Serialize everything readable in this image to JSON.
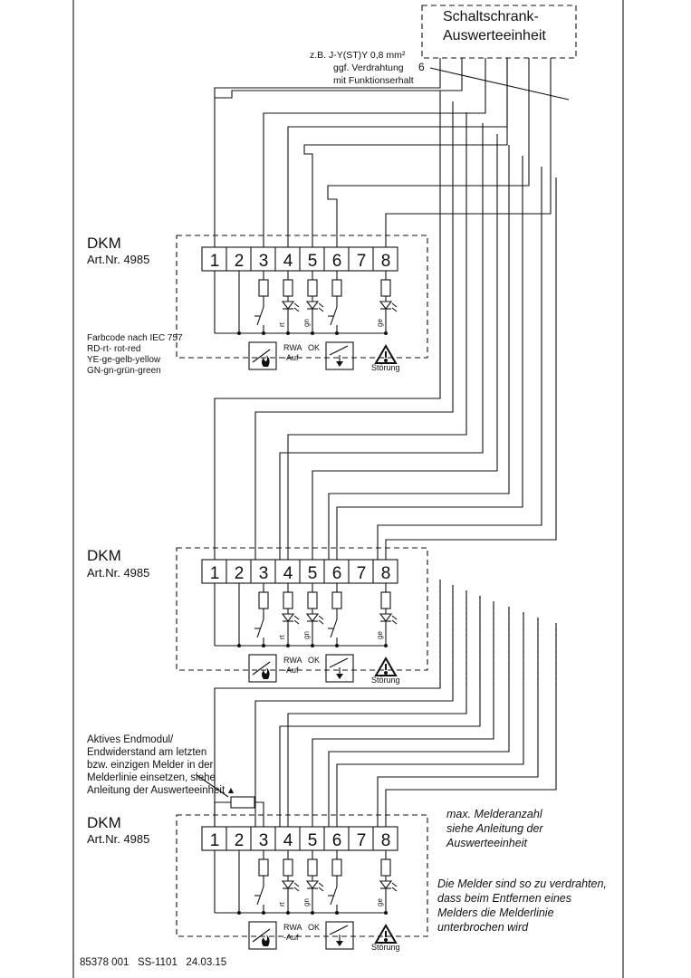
{
  "cabinet": {
    "line1": "Schaltschrank-",
    "line2": "Auswerteeinheit"
  },
  "cable": {
    "line1": "z.B. J-Y(ST)Y 0,8 mm²",
    "line2": "ggf. Verdrahtung",
    "line3": "mit Funktionserhalt",
    "count": "6"
  },
  "detectors": [
    {
      "name": "DKM",
      "art": "Art.Nr. 4985"
    },
    {
      "name": "DKM",
      "art": "Art.Nr. 4985"
    },
    {
      "name": "DKM",
      "art": "Art.Nr. 4985"
    }
  ],
  "terminals": [
    "1",
    "2",
    "3",
    "4",
    "5",
    "6",
    "7",
    "8"
  ],
  "led_colors": {
    "rt": "rt",
    "gn": "gn",
    "ge": "ge"
  },
  "labels": {
    "rwa1": "RWA",
    "rwa2": "-Auf",
    "ok": "OK",
    "stoerung": "Störung"
  },
  "color_code": {
    "line1": "Farbcode nach IEC 757",
    "line2": "RD-rt- rot-red",
    "line3": "YE-ge-gelb-yellow",
    "line4": "GN-gn-grün-green"
  },
  "endmodule": {
    "line1": "Aktives Endmodul/",
    "line2": "Endwiderstand am letzten",
    "line3": "bzw. einzigen Melder in der",
    "line4": "Melderlinie einsetzen, siehe",
    "line5": "Anleitung der Auswerteeinheit"
  },
  "note_max": {
    "line1": "max. Melderanzahl",
    "line2": "siehe Anleitung der",
    "line3": "Auswerteeinheit"
  },
  "note_wiring": {
    "line1": "Die Melder sind so zu verdrahten,",
    "line2": "dass beim Entfernen eines",
    "line3": "Melders die Melderlinie",
    "line4": "unterbrochen wird"
  },
  "footer": "85378 001   SS-1101   24.03.15"
}
